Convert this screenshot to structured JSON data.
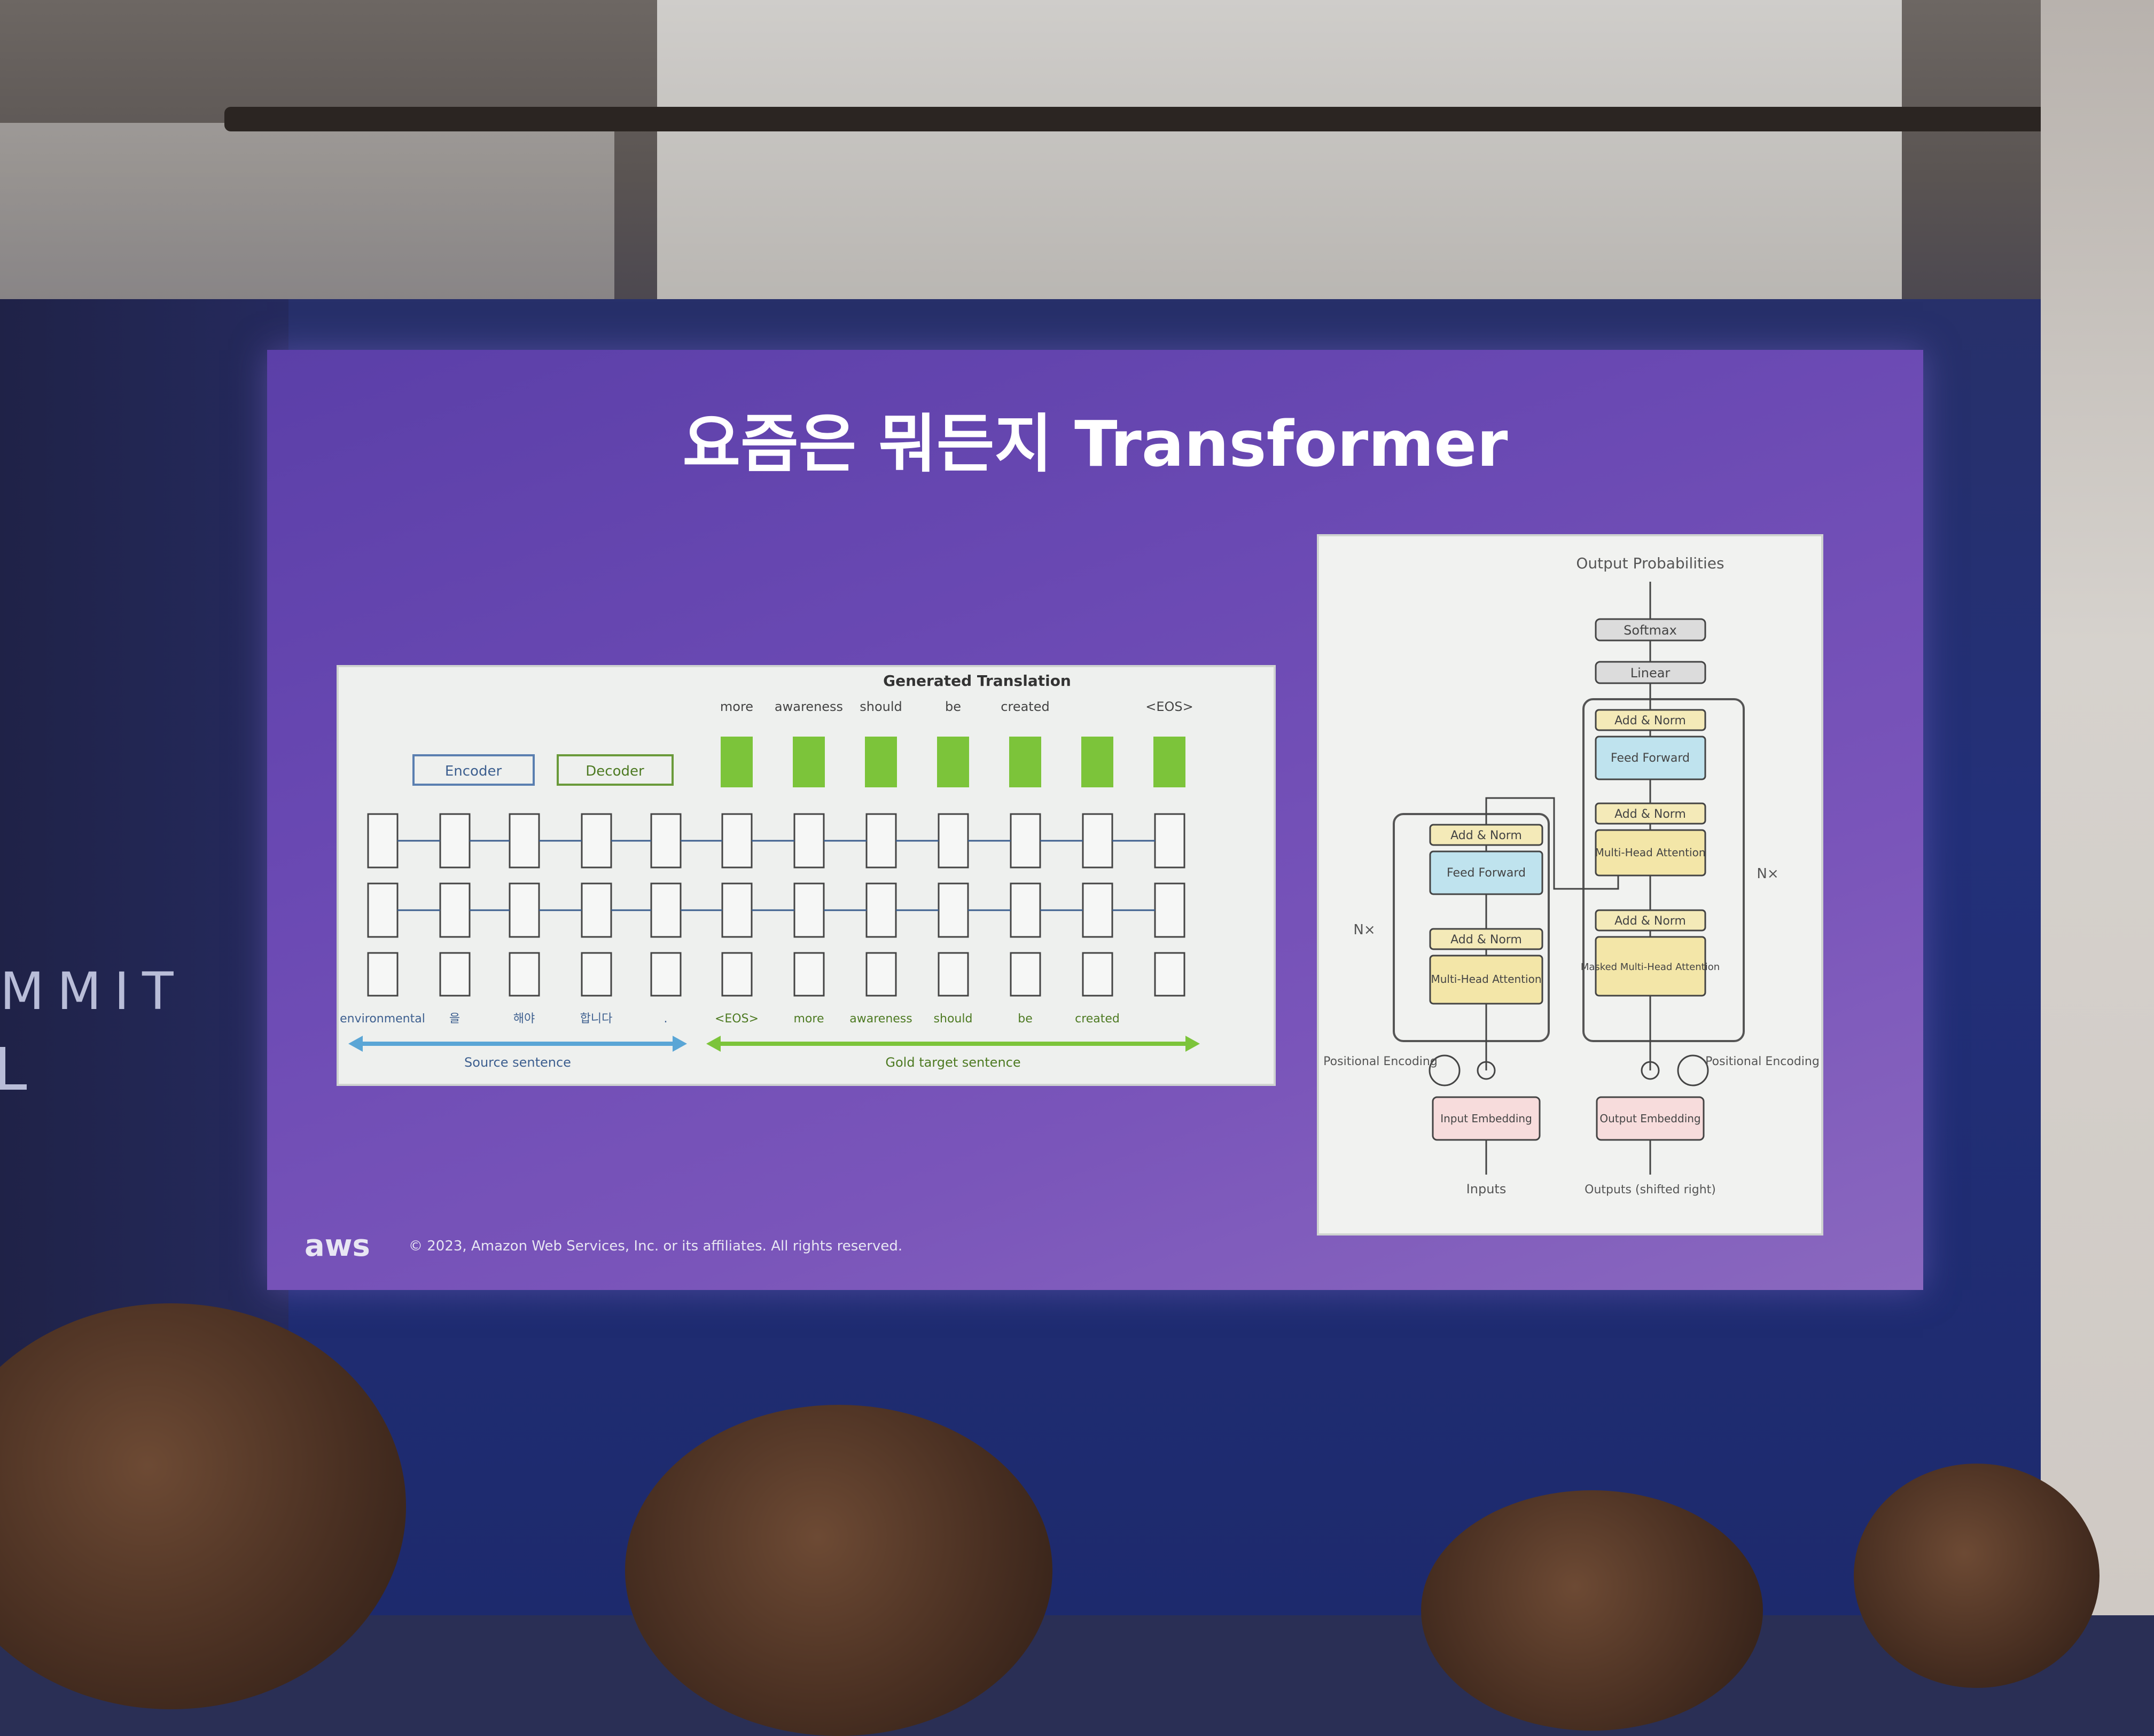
{
  "slide": {
    "title": "요즘은 뭐든지 Transformer",
    "footer": "© 2023, Amazon Web Services, Inc. or its affiliates. All rights reserved.",
    "logo_text": "aws"
  },
  "event": {
    "backdrop_text": "MMIT"
  },
  "rnn_figure": {
    "generated_label": "Generated Translation",
    "output_words": [
      "more",
      "awareness",
      "should",
      "be",
      "created",
      "<EOS>"
    ],
    "encoder_label": "Encoder",
    "decoder_label": "Decoder",
    "source_words": [
      "environmental",
      "을",
      "해야",
      "합니다",
      "."
    ],
    "target_words": [
      "<EOS>",
      "more",
      "awareness",
      "should",
      "be",
      "created"
    ],
    "source_label": "Source sentence",
    "target_label": "Gold target sentence"
  },
  "transformer_figure": {
    "output_probabilities": "Output Probabilities",
    "softmax": "Softmax",
    "linear": "Linear",
    "add_norm": "Add & Norm",
    "feed_forward": "Feed Forward",
    "multi_head_attention": "Multi-Head Attention",
    "masked_multi_head_attention": "Masked Multi-Head Attention",
    "nx": "N×",
    "positional_encoding": "Positional Encoding",
    "input_embedding": "Input Embedding",
    "output_embedding": "Output Embedding",
    "inputs": "Inputs",
    "outputs": "Outputs (shifted right)"
  },
  "colors": {
    "slide_purple": "#6a49b3",
    "rnn_green": "#7cc43a",
    "ff_blue": "#bfe3ee",
    "attn_yellow": "#f3e6a8",
    "addnorm_yellow": "#f4eab8"
  }
}
